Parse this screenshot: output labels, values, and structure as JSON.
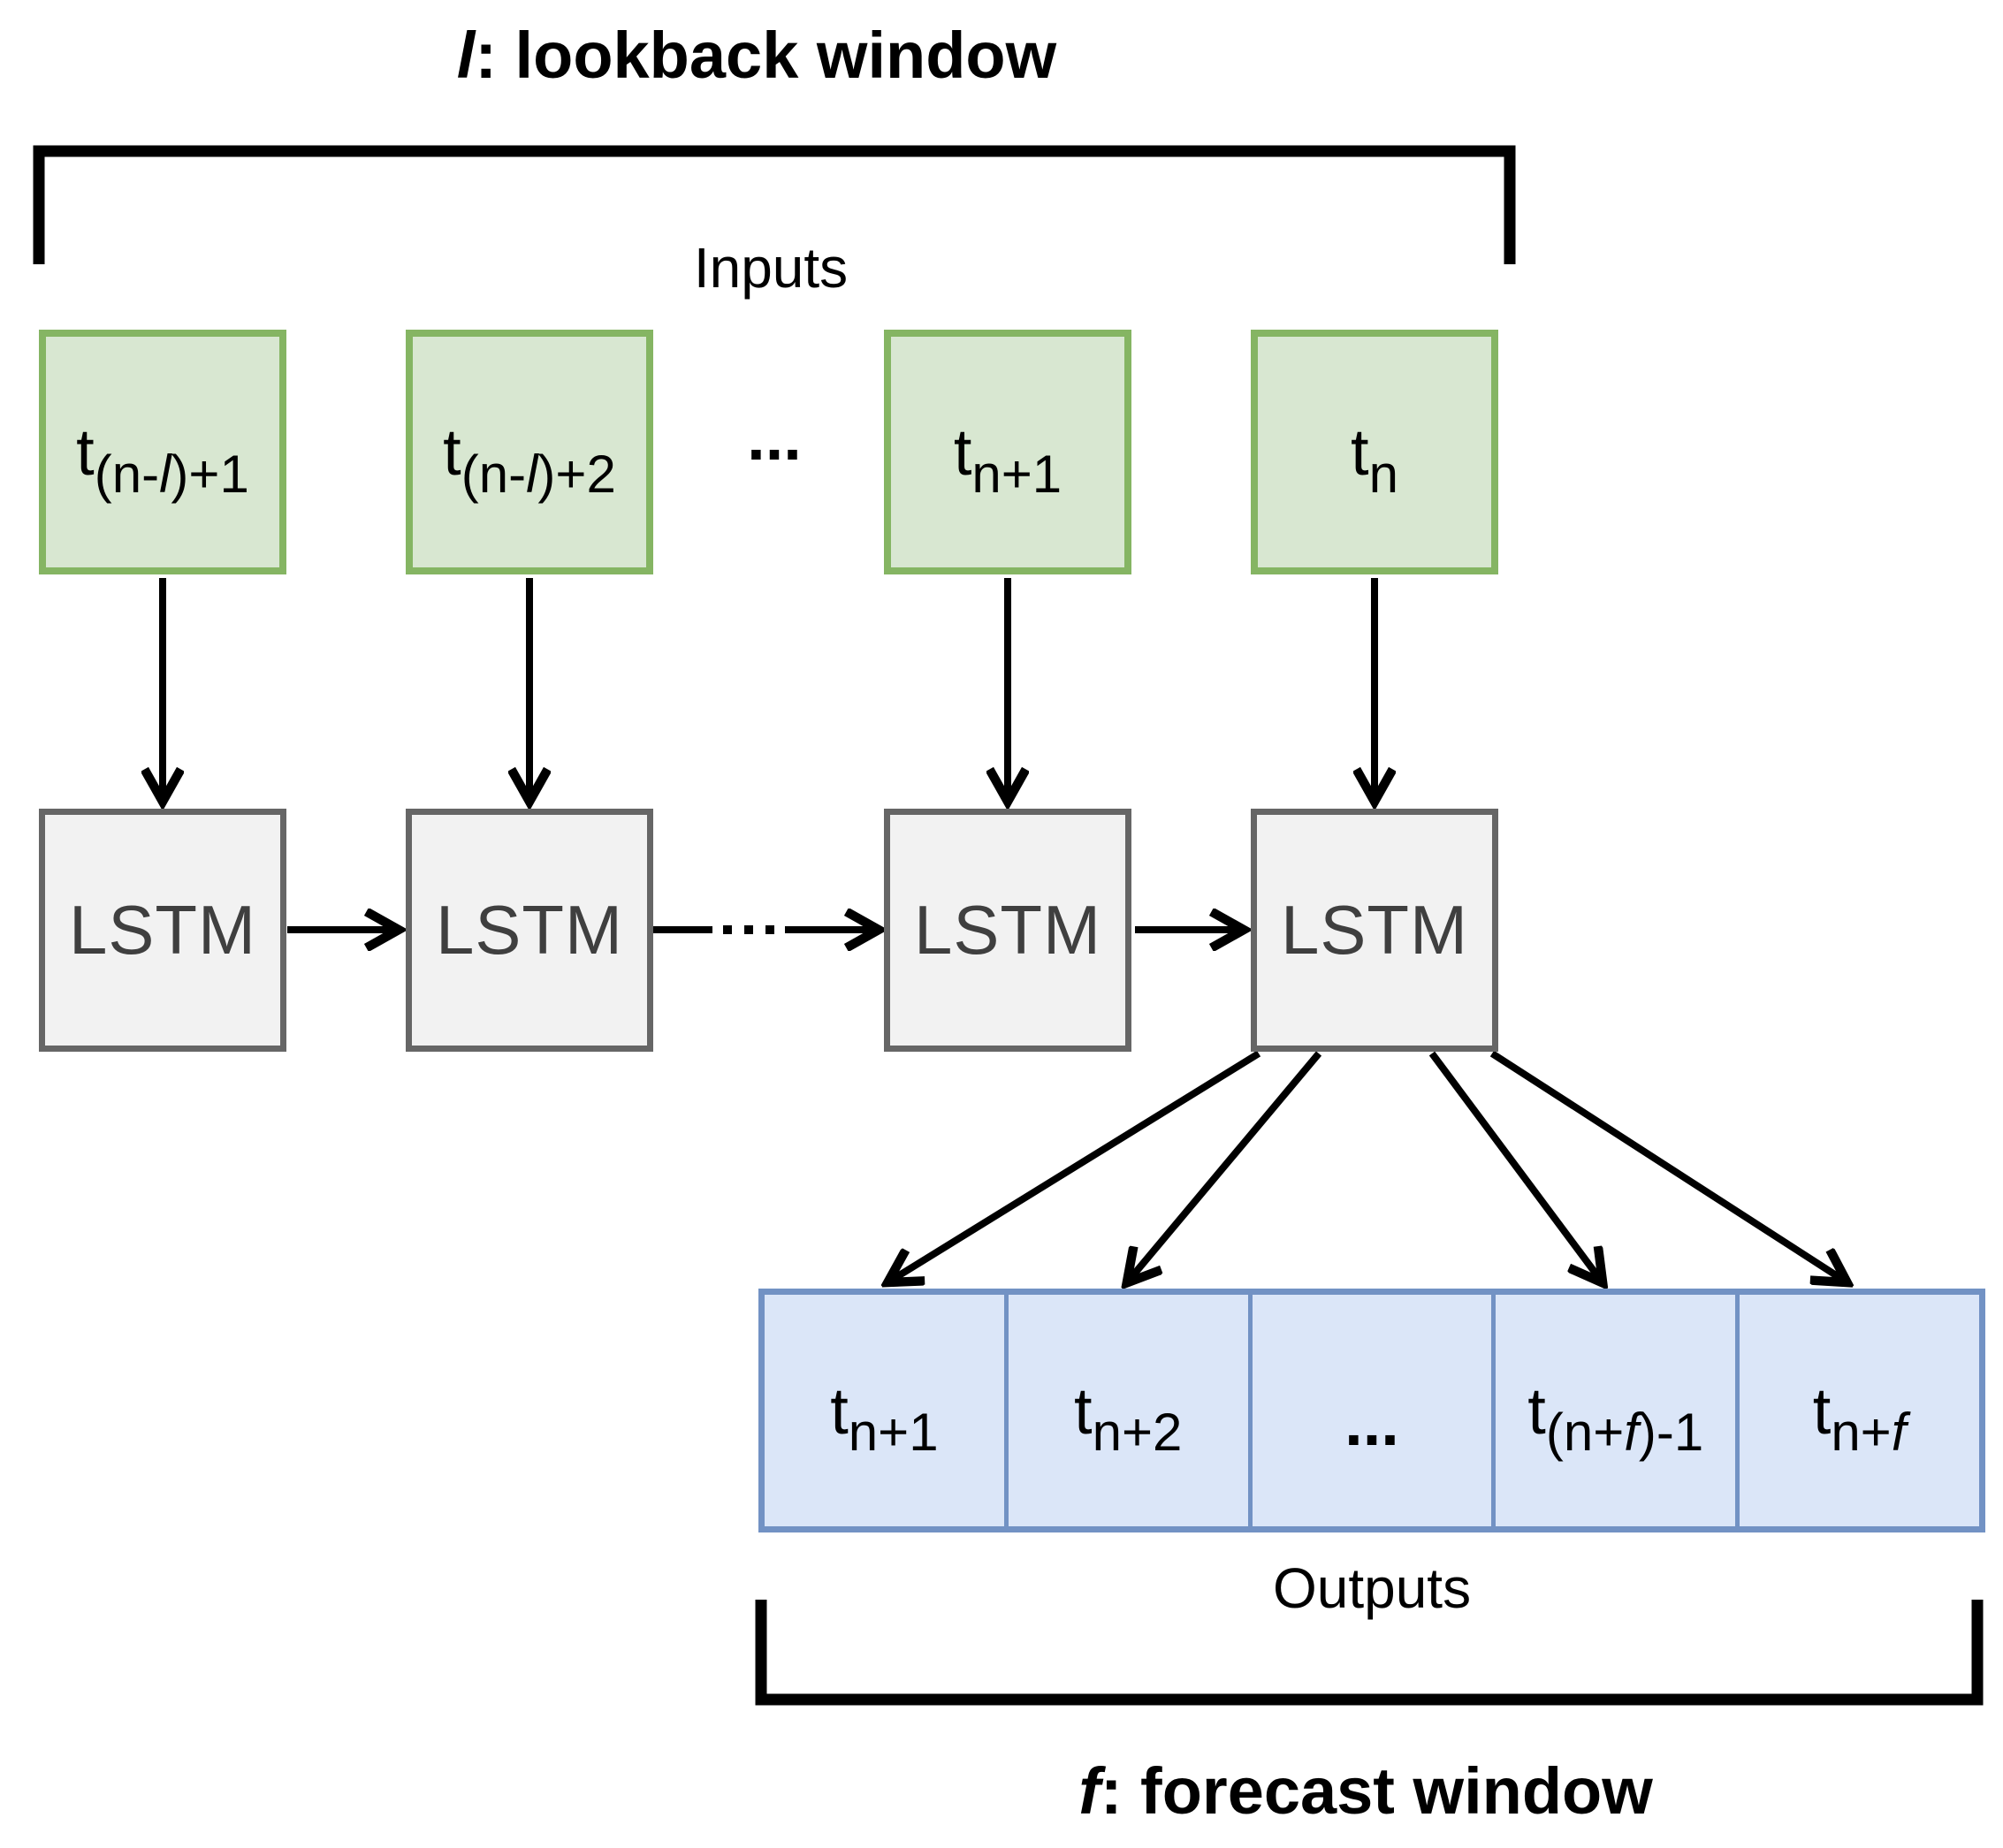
{
  "titles": {
    "lookback": {
      "symbol": "l",
      "rest": ": lookback window"
    },
    "forecast": {
      "symbol": "f",
      "rest": ": forecast window"
    }
  },
  "labels": {
    "inputs": "Inputs",
    "outputs": "Outputs"
  },
  "ellipsis": {
    "input_row": "...",
    "output_row": "..."
  },
  "input_boxes": [
    {
      "base": "t",
      "sub_pre": "(n-",
      "sub_italic": "l",
      "sub_post": ")+1"
    },
    {
      "base": "t",
      "sub_pre": "(n-",
      "sub_italic": "l",
      "sub_post": ")+2"
    },
    {
      "base": "t",
      "sub_pre": "n+1",
      "sub_italic": "",
      "sub_post": ""
    },
    {
      "base": "t",
      "sub_pre": "n",
      "sub_italic": "",
      "sub_post": ""
    }
  ],
  "lstm_boxes": [
    {
      "label": "LSTM"
    },
    {
      "label": "LSTM"
    },
    {
      "label": "LSTM"
    },
    {
      "label": "LSTM"
    }
  ],
  "output_boxes": [
    {
      "base": "t",
      "sub_pre": "n+1",
      "sub_italic": "",
      "sub_post": ""
    },
    {
      "base": "t",
      "sub_pre": "n+2",
      "sub_italic": "",
      "sub_post": ""
    },
    {
      "base": "t",
      "sub_pre": "(n+",
      "sub_italic": "f",
      "sub_post": ")-1"
    },
    {
      "base": "t",
      "sub_pre": "n+",
      "sub_italic": "f",
      "sub_post": ""
    }
  ],
  "colors": {
    "input_fill": "#d8e7d1",
    "input_border": "#85b563",
    "lstm_fill": "#f2f2f2",
    "lstm_border": "#666666",
    "lstm_text": "#3f3f3f",
    "output_fill": "#dbe6f8",
    "output_border": "#7292c4",
    "arrow": "#000000"
  }
}
